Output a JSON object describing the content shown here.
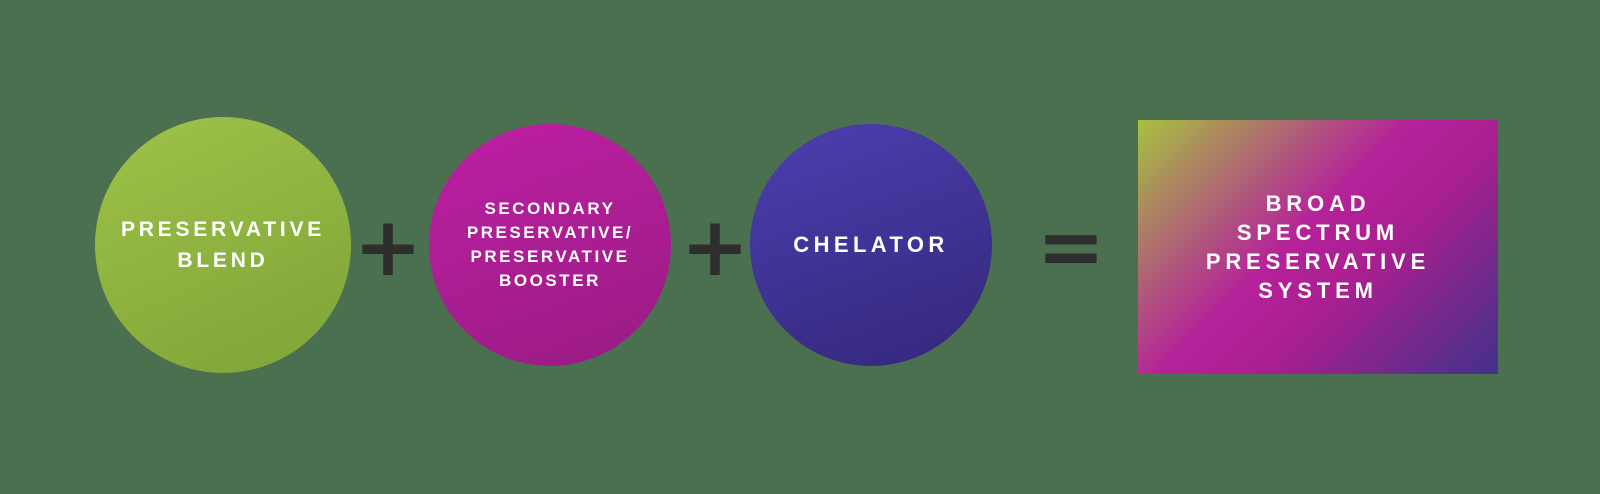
{
  "colors": {
    "background": "#4a7050",
    "operator": "#2e2e2e",
    "text": "#ffffff",
    "circle1": [
      "#9fc24a",
      "#7fa336"
    ],
    "circle2": [
      "#bd1fa4",
      "#9a1c83"
    ],
    "circle3": [
      "#4c3fb0",
      "#33277a"
    ],
    "result": [
      "#a6c23f",
      "#b5219a",
      "#a81f90",
      "#403289"
    ]
  },
  "diagram": {
    "circle1": {
      "lines": [
        "PRESERVATIVE",
        "BLEND"
      ]
    },
    "circle2": {
      "lines": [
        "SECONDARY",
        "PRESERVATIVE/",
        "PRESERVATIVE",
        "BOOSTER"
      ]
    },
    "circle3": {
      "lines": [
        "CHELATOR"
      ]
    },
    "operators": {
      "plus1": "+",
      "plus2": "+",
      "equals": "="
    },
    "result": {
      "lines": [
        "BROAD",
        "SPECTRUM",
        "PRESERVATIVE",
        "SYSTEM"
      ]
    }
  }
}
